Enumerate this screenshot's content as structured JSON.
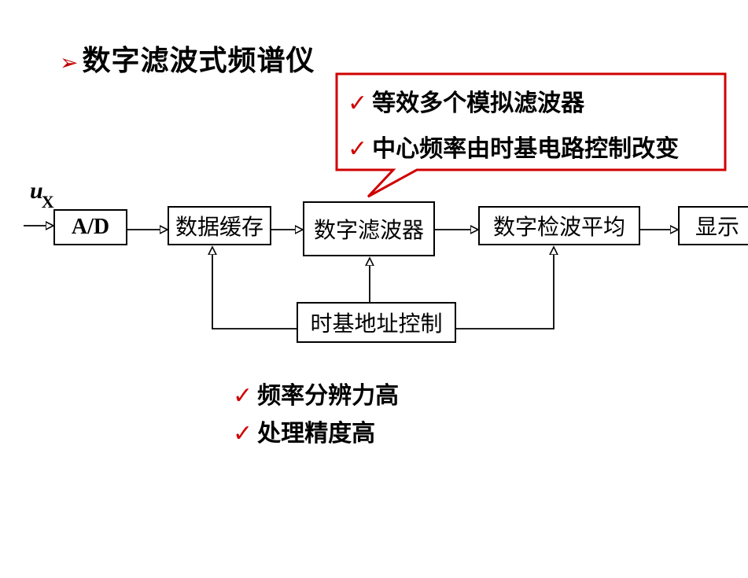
{
  "title": "数字滤波式频谱仪",
  "callout": {
    "lines": [
      "等效多个模拟滤波器",
      "中心频率由时基电路控制改变"
    ]
  },
  "input_label": "u",
  "input_sub": "X",
  "blocks": {
    "ad": "A/D",
    "buffer": "数据缓存",
    "filter": "数字滤波器",
    "detect": "数字检波平均",
    "display": "显示",
    "timebase": "时基地址控制"
  },
  "features": [
    "频率分辨力高",
    "处理精度高"
  ],
  "colors": {
    "accent": "#c00000",
    "check": "#d00000"
  }
}
